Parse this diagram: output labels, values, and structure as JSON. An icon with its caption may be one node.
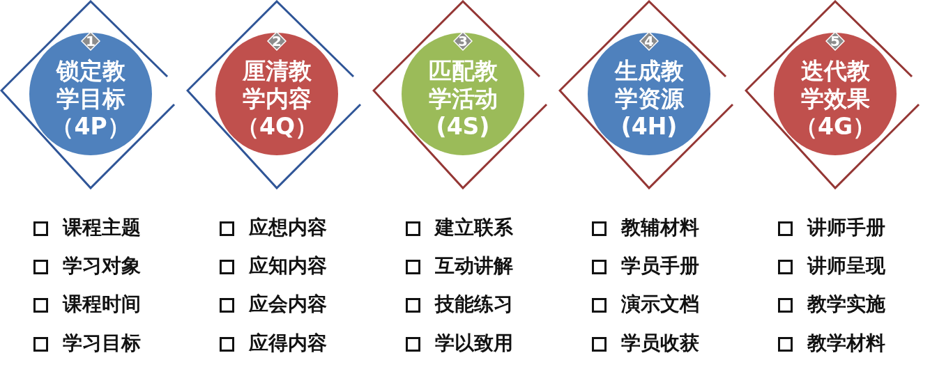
{
  "diagram": {
    "nodes": [
      {
        "text": [
          "1",
          "锁定教学目标（4P）"
        ]
      },
      {
        "text": [
          "2",
          "厘清教学内容（4Q）"
        ]
      },
      {
        "text": [
          "3",
          "匹配教学活动(4S)"
        ]
      },
      {
        "text": [
          "4",
          "生成教学资源(4H)"
        ]
      },
      {
        "text": [
          "5",
          "迭代教学效果（4G）"
        ]
      }
    ],
    "edges": [],
    "labels": [
      "课程主题",
      "学习对象",
      "课程时间",
      "学习目标",
      "应想内容",
      "应知内容",
      "应会内容",
      "应得内容",
      "建立联系",
      "互动讲解",
      "技能练习",
      "学以致用",
      "教辅材料",
      "学员手册",
      "演示文档",
      "学员收获",
      "讲师手册",
      "讲师呈现",
      "教学实施",
      "教学材料"
    ]
  }
}
